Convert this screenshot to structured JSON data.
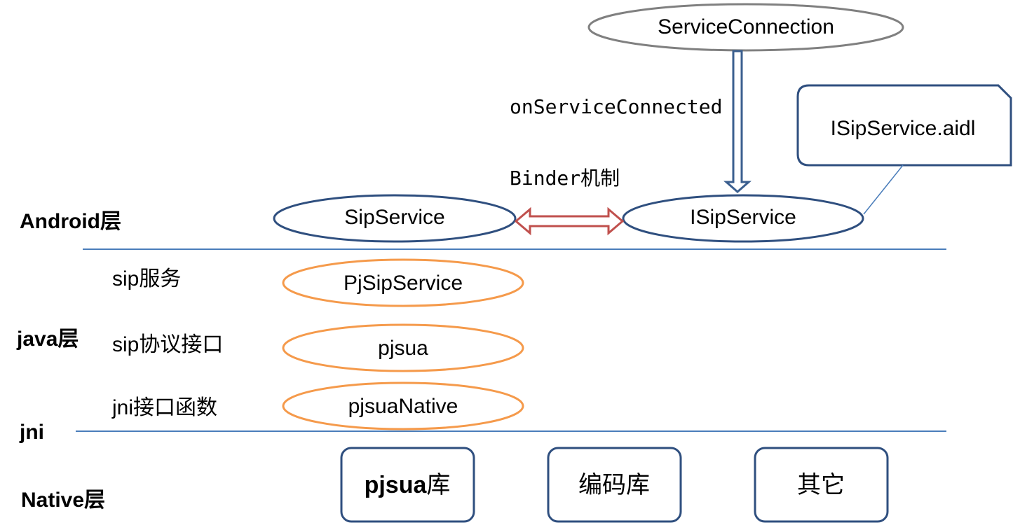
{
  "layers": {
    "android": "Android层",
    "java": "java层",
    "jni": "jni",
    "native": "Native层"
  },
  "java_rows": {
    "sip_service": "sip服务",
    "sip_protocol": "sip协议接口",
    "jni_functions": "jni接口函数"
  },
  "nodes": {
    "service_connection": "ServiceConnection",
    "sip_service": "SipService",
    "isip_service": "ISipService",
    "pj_sip_service": "PjSipService",
    "pjsua": "pjsua",
    "pjsua_native": "pjsuaNative"
  },
  "callout": {
    "text": "ISipService.aidl"
  },
  "edges": {
    "on_service_connected": "onServiceConnected",
    "binder": "Binder机制"
  },
  "native_boxes": {
    "pjsua_lib_bold": "pjsua",
    "pjsua_lib_suffix": "库",
    "codec_lib": "编码库",
    "other": "其它"
  },
  "colors": {
    "android_ellipse_stroke": "#2F4F7F",
    "java_ellipse_stroke": "#F59A4B",
    "service_connection_stroke": "#808080",
    "divider": "#4A7DBA",
    "blue_arrow": "#3B5F8F",
    "binder_arrow": "#C0504D",
    "native_box_stroke": "#2F4F7F"
  }
}
